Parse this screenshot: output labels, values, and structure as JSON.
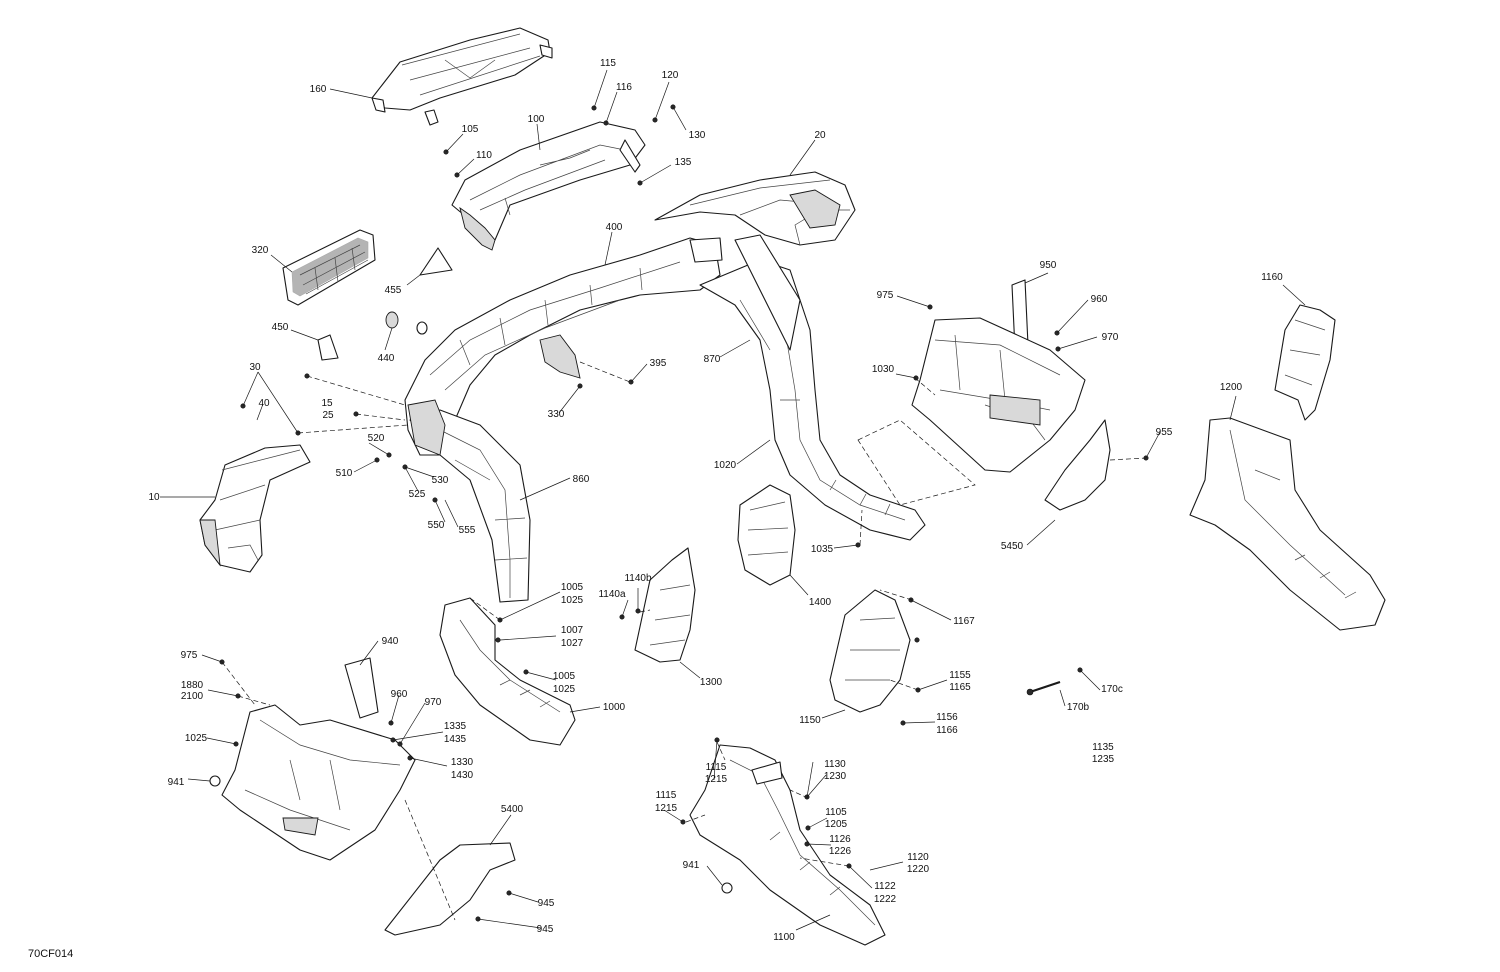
{
  "drawing_id": "70CF014",
  "callouts": [
    {
      "text": "160"
    },
    {
      "text": "115"
    },
    {
      "text": "116"
    },
    {
      "text": "120"
    },
    {
      "text": "130"
    },
    {
      "text": "105"
    },
    {
      "text": "100"
    },
    {
      "text": "110"
    },
    {
      "text": "135"
    },
    {
      "text": "20"
    },
    {
      "text": "400"
    },
    {
      "text": "320"
    },
    {
      "text": "455"
    },
    {
      "text": "950"
    },
    {
      "text": "975"
    },
    {
      "text": "960"
    },
    {
      "text": "970"
    },
    {
      "text": "1160"
    },
    {
      "text": "450"
    },
    {
      "text": "440"
    },
    {
      "text": "870"
    },
    {
      "text": "395"
    },
    {
      "text": "1030"
    },
    {
      "text": "30"
    },
    {
      "text": "330"
    },
    {
      "text": "40"
    },
    {
      "text": "15"
    },
    {
      "text": "25"
    },
    {
      "text": "1200"
    },
    {
      "text": "955"
    },
    {
      "text": "520"
    },
    {
      "text": "1020"
    },
    {
      "text": "510"
    },
    {
      "text": "530"
    },
    {
      "text": "525"
    },
    {
      "text": "860"
    },
    {
      "text": "10"
    },
    {
      "text": "550"
    },
    {
      "text": "555"
    },
    {
      "text": "1035"
    },
    {
      "text": "5450"
    },
    {
      "text": "1140b"
    },
    {
      "text": "1005"
    },
    {
      "text": "1025"
    },
    {
      "text": "1140a"
    },
    {
      "text": "1400"
    },
    {
      "text": "1167"
    },
    {
      "text": "1007"
    },
    {
      "text": "1027"
    },
    {
      "text": "940"
    },
    {
      "text": "975"
    },
    {
      "text": "1005"
    },
    {
      "text": "1025"
    },
    {
      "text": "1155"
    },
    {
      "text": "1165"
    },
    {
      "text": "1880"
    },
    {
      "text": "2100"
    },
    {
      "text": "1300"
    },
    {
      "text": "170c"
    },
    {
      "text": "960"
    },
    {
      "text": "970"
    },
    {
      "text": "1000"
    },
    {
      "text": "170b"
    },
    {
      "text": "1150"
    },
    {
      "text": "1156"
    },
    {
      "text": "1166"
    },
    {
      "text": "1025"
    },
    {
      "text": "1335"
    },
    {
      "text": "1435"
    },
    {
      "text": "1135"
    },
    {
      "text": "1235"
    },
    {
      "text": "1330"
    },
    {
      "text": "1430"
    },
    {
      "text": "941"
    },
    {
      "text": "1115"
    },
    {
      "text": "1215"
    },
    {
      "text": "1130"
    },
    {
      "text": "1230"
    },
    {
      "text": "1115"
    },
    {
      "text": "1215"
    },
    {
      "text": "5400"
    },
    {
      "text": "1105"
    },
    {
      "text": "1205"
    },
    {
      "text": "1126"
    },
    {
      "text": "1226"
    },
    {
      "text": "1120"
    },
    {
      "text": "1220"
    },
    {
      "text": "941"
    },
    {
      "text": "1122"
    },
    {
      "text": "1222"
    },
    {
      "text": "945"
    },
    {
      "text": "945"
    },
    {
      "text": "1100"
    }
  ]
}
